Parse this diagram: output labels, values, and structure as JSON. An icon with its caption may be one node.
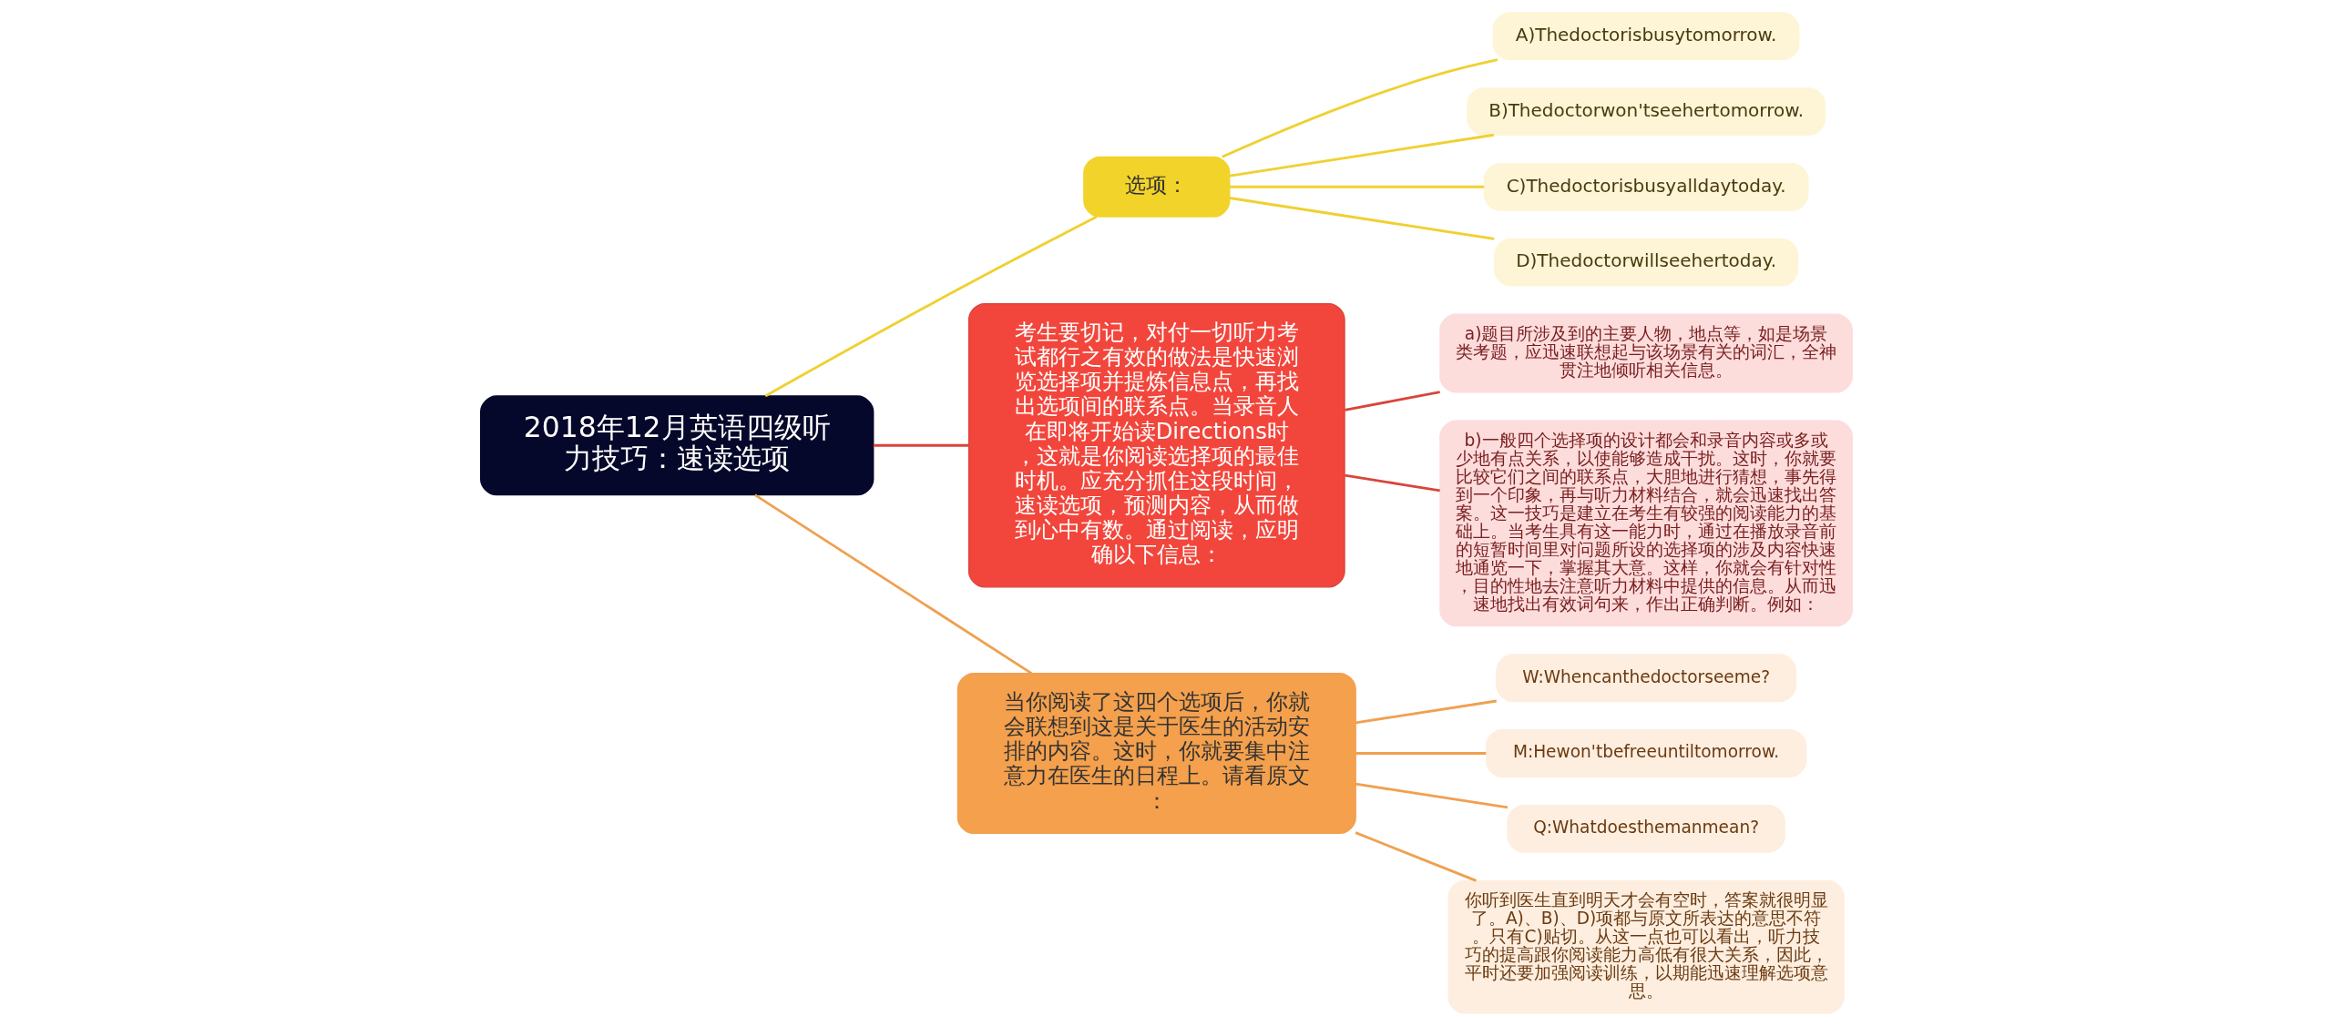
{
  "diagram": {
    "nodes": [
      {
        "text": [
          "2018年12月英语四级听力技巧：速读选项"
        ]
      },
      {
        "text": [
          "选项："
        ]
      },
      {
        "text": [
          "A)Thedoctorisbusytomorrow."
        ]
      },
      {
        "text": [
          "B)Thedoctorwon'tseehertomorrow."
        ]
      },
      {
        "text": [
          "C)Thedoctorisbusyalldaytoday."
        ]
      },
      {
        "text": [
          "D)Thedoctorwillseehertoday."
        ]
      },
      {
        "text": [
          "考生要切记，对付一切听力考试都行之有效的做法是快速浏览选择项并提炼信息点，再找出选项间的联系点。当录音人在即将开始读Directions时，这就是你阅读选择项的最佳时机。应充分抓住这段时间，速读选项，预测内容，从而做到心中有数。通过阅读，应明确以下信息："
        ]
      },
      {
        "text": [
          "a)题目所涉及到的主要人物，地点等，如是场景类考题，应迅速联想起与该场景有关的词汇，全神贯注地倾听相关信息。"
        ]
      },
      {
        "text": [
          "b)一般四个选择项的设计都会和录音内容或多或少地有点关系，以使能够造成干扰。这时，你就要比较它们之间的联系点，大胆地进行猜想，事先得到一个印象，再与听力材料结合，就会迅速找出答案。这一技巧是建立在考生有较强的阅读能力的基础上。当考生具有这一能力时，通过在播放录音前的短暂时间里对问题所设的选择项的涉及内容快速地通览一下，掌握其大意。这样，你就会有针对性，目的性地去注意听力材料中提供的信息。从而迅速地找出有效词句来，作出正确判断。例如："
        ]
      },
      {
        "text": [
          "当你阅读了这四个选项后，你就会联想到这是关于医生的活动安排的内容。这时，你就要集中注意力在医生的日程上。请看原文："
        ]
      },
      {
        "text": [
          "W:Whencanthedoctorseeme?"
        ]
      },
      {
        "text": [
          "M:Hewon'tbefreeuntiltomorrow."
        ]
      },
      {
        "text": [
          "Q:Whatdoesthemanmean?"
        ]
      },
      {
        "text": [
          "你听到医生直到明天才会有空时，答案就很明显了。A)、B)、D)项都与原文所表达的意思不符。只有C)贴切。从这一点也可以看出，听力技巧的提高跟你阅读能力高低有很大关系，因此，平时还要加强阅读训练，以期能迅速理解选项意思。"
        ]
      }
    ],
    "edges": [
      {
        "from": 0,
        "to": 1,
        "arrow": "none",
        "color": "#f0d030"
      },
      {
        "from": 1,
        "to": 2,
        "arrow": "none",
        "color": "#f0d030"
      },
      {
        "from": 1,
        "to": 3,
        "arrow": "none",
        "color": "#f0d030"
      },
      {
        "from": 1,
        "to": 4,
        "arrow": "none",
        "color": "#f0d030"
      },
      {
        "from": 1,
        "to": 5,
        "arrow": "none",
        "color": "#f0d030"
      },
      {
        "from": 0,
        "to": 6,
        "arrow": "none",
        "color": "#d9453a"
      },
      {
        "from": 6,
        "to": 7,
        "arrow": "none",
        "color": "#d9453a"
      },
      {
        "from": 6,
        "to": 8,
        "arrow": "none",
        "color": "#d9453a"
      },
      {
        "from": 0,
        "to": 9,
        "arrow": "none",
        "color": "#f0a050"
      },
      {
        "from": 9,
        "to": 10,
        "arrow": "none",
        "color": "#f0a050"
      },
      {
        "from": 9,
        "to": 11,
        "arrow": "none",
        "color": "#f0a050"
      },
      {
        "from": 9,
        "to": 12,
        "arrow": "none",
        "color": "#f0a050"
      },
      {
        "from": 9,
        "to": 13,
        "arrow": "none",
        "color": "#f0a050"
      }
    ]
  }
}
